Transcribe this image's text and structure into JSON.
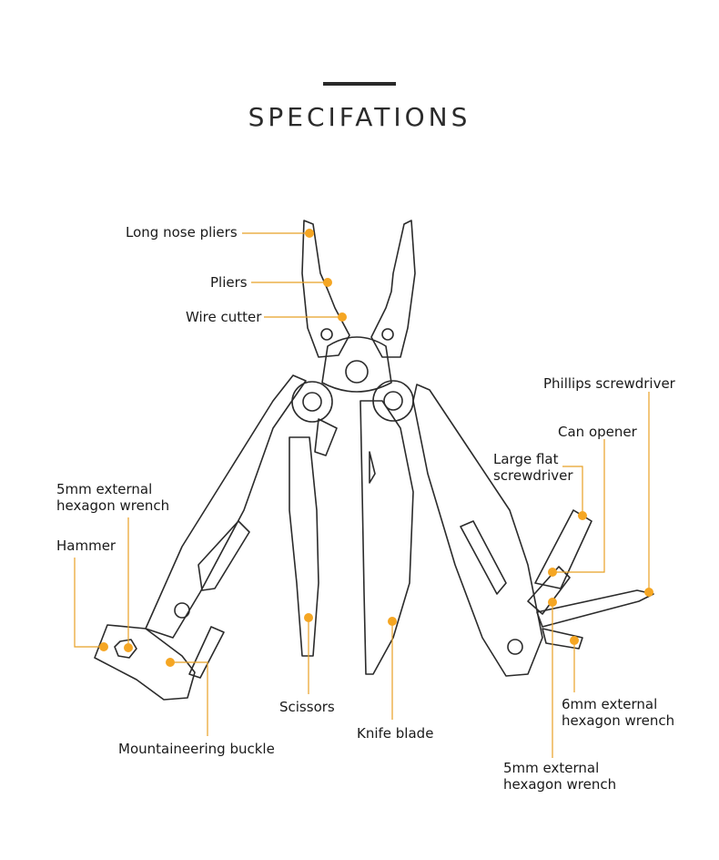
{
  "title": "SPECIFATIONS",
  "colors": {
    "accent": "#f5a623",
    "leader": "#e8a126",
    "outline": "#2b2b2b",
    "title_bar": "#2a2a2a"
  },
  "labels": {
    "long_nose_pliers": "Long nose pliers",
    "pliers": "Pliers",
    "wire_cutter": "Wire cutter",
    "hex_wrench_5mm_left": "5mm external\nhexagon wrench",
    "hammer": "Hammer",
    "mountaineering_buckle": "Mountaineering buckle",
    "scissors": "Scissors",
    "knife_blade": "Knife blade",
    "phillips_screwdriver": "Phillips screwdriver",
    "can_opener": "Can opener",
    "large_flat_screwdriver": "Large flat\nscrewdriver",
    "hex_wrench_6mm": "6mm external\nhexagon wrench",
    "hex_wrench_5mm_right": "5mm external\nhexagon wrench"
  }
}
